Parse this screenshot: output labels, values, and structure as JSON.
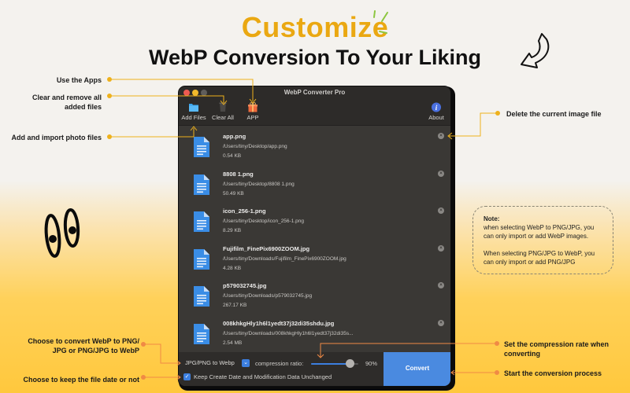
{
  "hero": {
    "title": "Customize",
    "subtitle": "WebP Conversion To Your Liking"
  },
  "callouts": {
    "use_apps": "Use the Apps",
    "clear_all": "Clear and remove all added files",
    "clear_all_line1": "Clear and remove all",
    "clear_all_line2": "added files",
    "add_import": "Add and import photo files",
    "delete_current": "Delete the current image file",
    "choose_convert_line1": "Choose to convert WebP to PNG/",
    "choose_convert_line2": "JPG or PNG/JPG to WebP",
    "keep_date": "Choose to keep the file date or not",
    "compression_line1": "Set the compression rate when",
    "compression_line2": "converting",
    "start_conversion": "Start the conversion process"
  },
  "note": {
    "title": "Note:",
    "line1": "when selecting WebP to PNG/JPG, you",
    "line2": "can only import or add WebP images.",
    "line3": "When selecting PNG/JPG to WebP, you",
    "line4": "can only import or add PNG/JPG"
  },
  "window": {
    "title": "WebP Converter Pro",
    "toolbar": {
      "add_files": "Add Files",
      "clear_all": "Clear All",
      "app": "APP",
      "about": "About"
    },
    "files": [
      {
        "name": "app.png",
        "path": "/Users/tiny/Desktop/app.png",
        "size": "0.54 KB"
      },
      {
        "name": "8808 1.png",
        "path": "/Users/tiny/Desktop/8808 1.png",
        "size": "50.49 KB"
      },
      {
        "name": "icon_256-1.png",
        "path": "/Users/tiny/Desktop/icon_256-1.png",
        "size": "8.29 KB"
      },
      {
        "name": "Fujifilm_FinePix6900ZOOM.jpg",
        "path": "/Users/tiny/Downloads/Fujifilm_FinePix6900ZOOM.jpg",
        "size": "4.28 KB"
      },
      {
        "name": "p579032745.jpg",
        "path": "/Users/tiny/Downloads/p579032745.jpg",
        "size": "267.17 KB"
      },
      {
        "name": "008khkgHly1h6l1yedt37j32di35shdu.jpg",
        "path": "/Users/tiny/Downloads/008khkgHly1h6l1yedt37j32di35s...",
        "size": "2.54 MB"
      }
    ],
    "bottom": {
      "format_selected": "JPG/PNG to Webp",
      "compression_label": "compression ratio:",
      "compression_value": "90%",
      "compression_percent": 90,
      "keep_dates_label": "Keep Create Date and Modification Data Unchanged",
      "keep_dates_checked": true,
      "convert_label": "Convert"
    }
  },
  "colors": {
    "title_accent": "#eaa812",
    "callout_yellow": "#eeb11c",
    "callout_orange": "#f08a45",
    "convert_blue": "#4a8ae0",
    "window_bg": "#3a3835"
  }
}
